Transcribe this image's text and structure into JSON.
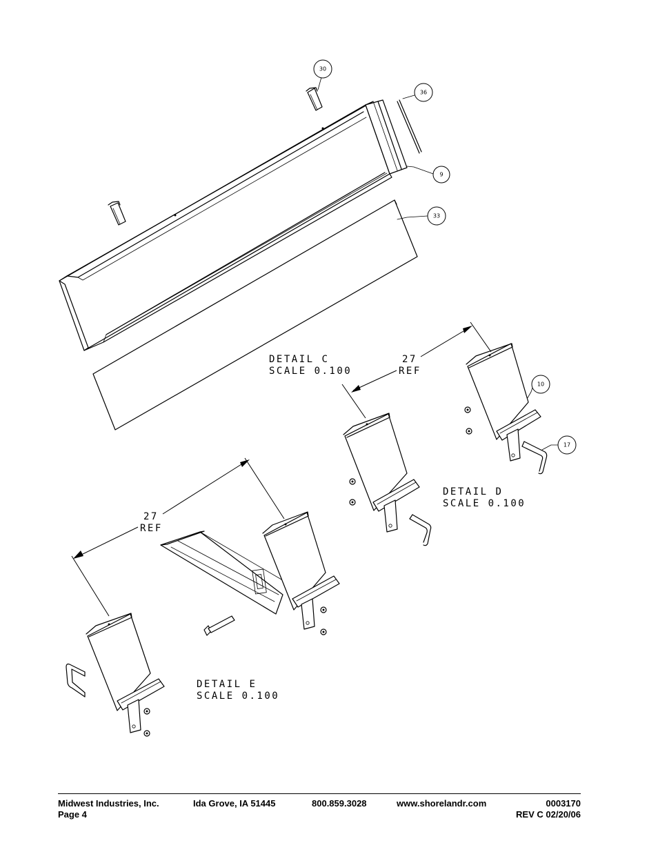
{
  "balloons": {
    "b30": "30",
    "b36": "36",
    "b9": "9",
    "b33": "33",
    "b10": "10",
    "b17": "17"
  },
  "details": {
    "c": {
      "title": "DETAIL  C",
      "scale": "SCALE  0.100",
      "dim_value": "27",
      "dim_ref": "REF"
    },
    "d": {
      "title": "DETAIL  D",
      "scale": "SCALE  0.100"
    },
    "e": {
      "title": "DETAIL  E",
      "scale": "SCALE  0.100",
      "dim_value": "27",
      "dim_ref": "REF"
    }
  },
  "footer": {
    "company": "Midwest Industries, Inc.",
    "city": "Ida Grove, IA  51445",
    "phone": "800.859.3028",
    "website": "www.shorelandr.com",
    "doc_number": "0003170",
    "page": "Page 4",
    "revision": "REV  C  02/20/06"
  }
}
